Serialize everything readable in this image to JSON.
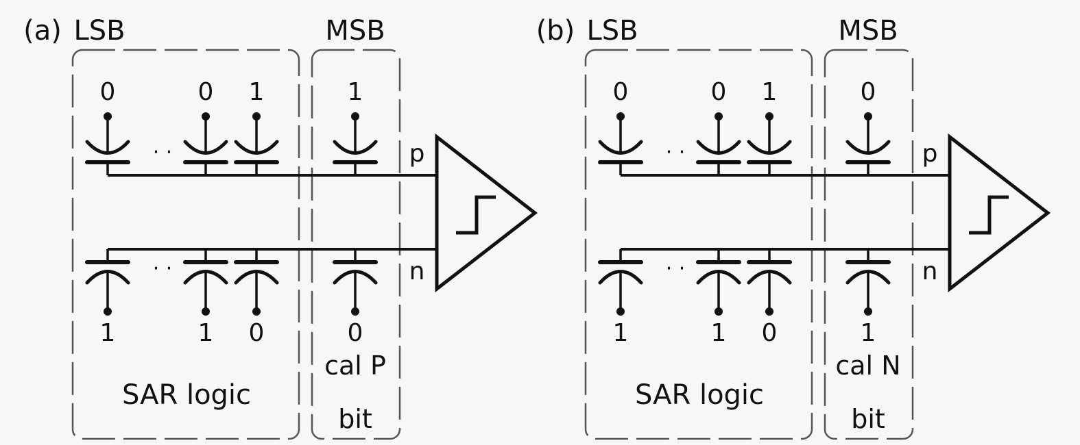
{
  "panels": [
    {
      "id": "a",
      "label": "(a)",
      "lsb_label": "LSB",
      "msb_label": "MSB",
      "sar_label": "SAR logic",
      "cal_label_line1": "cal P",
      "cal_label_line2": "bit",
      "top_bits": [
        "0",
        "0",
        "1"
      ],
      "bottom_bits": [
        "1",
        "1",
        "0"
      ],
      "cal_top_bit": "1",
      "cal_bottom_bit": "0",
      "ellipsis": "· ·",
      "p_label": "p",
      "n_label": "n"
    },
    {
      "id": "b",
      "label": "(b)",
      "lsb_label": "LSB",
      "msb_label": "MSB",
      "sar_label": "SAR logic",
      "cal_label_line1": "cal N",
      "cal_label_line2": "bit",
      "top_bits": [
        "0",
        "0",
        "1"
      ],
      "bottom_bits": [
        "1",
        "1",
        "0"
      ],
      "cal_top_bit": "0",
      "cal_bottom_bit": "1",
      "ellipsis": "· ·",
      "p_label": "p",
      "n_label": "n"
    }
  ]
}
